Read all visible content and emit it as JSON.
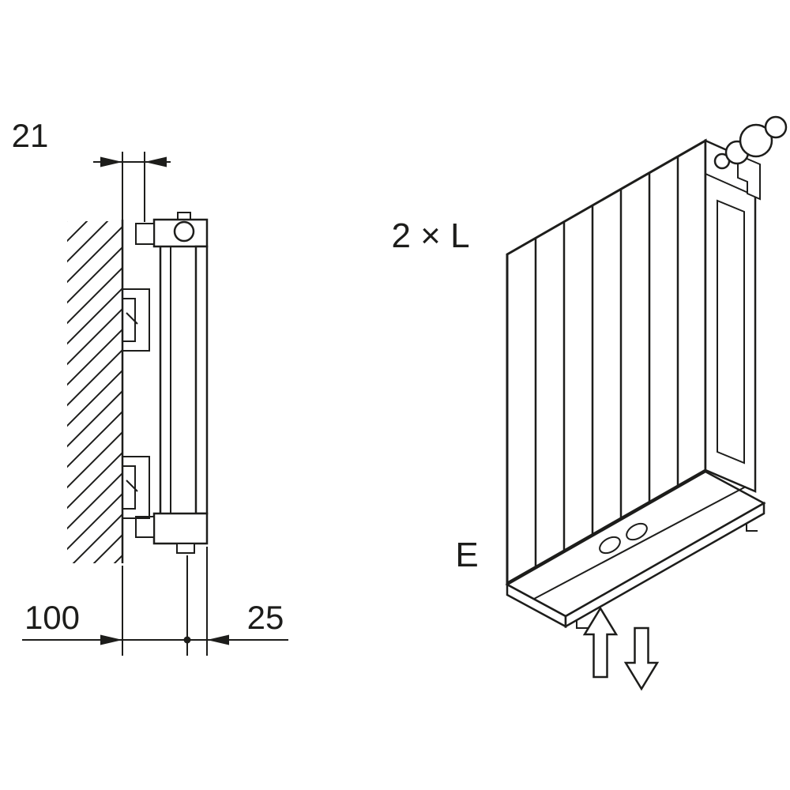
{
  "colors": {
    "line": "#1d1d1b",
    "background": "#ffffff"
  },
  "side_view": {
    "dim_wall_clearance": "21",
    "dim_depth": "100",
    "dim_center_offset": "25"
  },
  "perspective_view": {
    "label_length": "2 × L",
    "label_entry": "E"
  }
}
